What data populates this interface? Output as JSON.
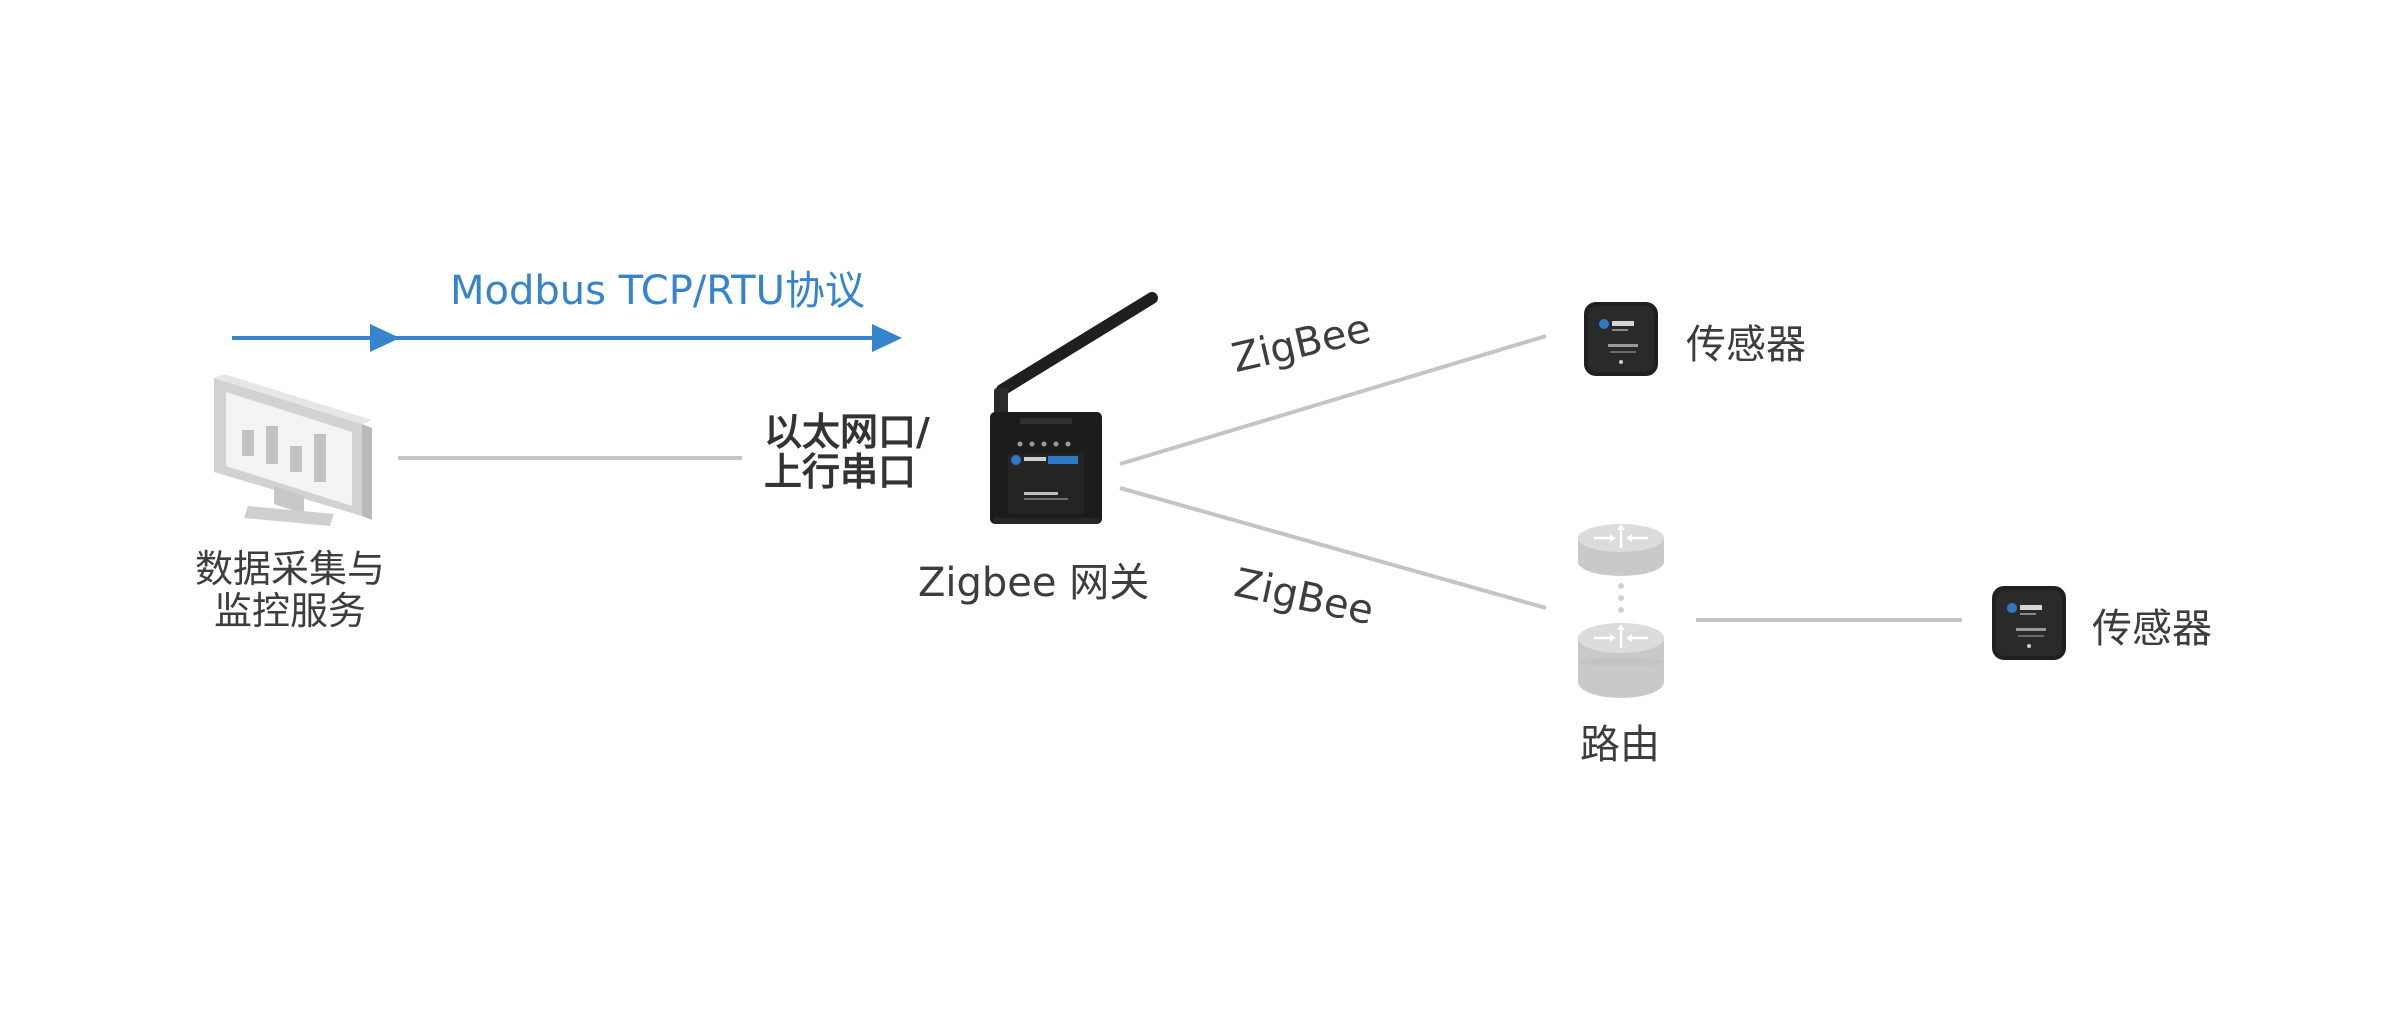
{
  "diagram": {
    "protocol": "Modbus TCP/RTU协议",
    "monitor": {
      "icon": "monitor-chart-icon",
      "caption_line1": "数据采集与",
      "caption_line2": "监控服务"
    },
    "uplink": {
      "line1": "以太网口/",
      "line2": "上行串口"
    },
    "gateway": {
      "icon": "zigbee-gateway-icon",
      "caption": "Zigbee 网关"
    },
    "links": {
      "top": "ZigBee",
      "bottom": "ZigBee"
    },
    "sensors": [
      {
        "label": "传感器",
        "icon": "sensor-icon"
      },
      {
        "label": "传感器",
        "icon": "sensor-icon"
      }
    ],
    "router": {
      "icon": "router-icon",
      "caption": "路由"
    },
    "colors": {
      "arrow": "#3584cc",
      "link": "#c4c4c4",
      "text": "#3d3d3d"
    }
  }
}
